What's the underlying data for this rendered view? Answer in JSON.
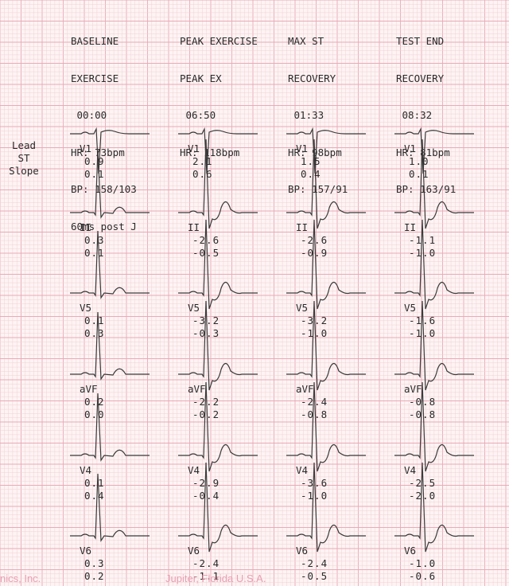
{
  "side_label": [
    "Lead",
    "ST",
    "Slope"
  ],
  "columns": [
    {
      "header": [
        "BASELINE",
        "EXERCISE",
        " 00:00",
        "HR: 73bpm",
        "BP: 158/103",
        "60ms post J"
      ],
      "leads": [
        {
          "name": "V1",
          "v1": "0.9",
          "v2": "0.1"
        },
        {
          "name": "II",
          "v1": "0.3",
          "v2": "0.1"
        },
        {
          "name": "V5",
          "v1": "0.1",
          "v2": "0.3"
        },
        {
          "name": "aVF",
          "v1": "0.2",
          "v2": "0.0"
        },
        {
          "name": "V4",
          "v1": "0.1",
          "v2": "0.4"
        },
        {
          "name": "V6",
          "v1": "0.3",
          "v2": "0.2"
        }
      ]
    },
    {
      "header": [
        "PEAK EXERCISE",
        "PEAK EX",
        " 06:50",
        "HR: 118bpm"
      ],
      "leads": [
        {
          "name": "V1",
          "v1": "2.1",
          "v2": "0.6"
        },
        {
          "name": "II",
          "v1": "-2.6",
          "v2": "-0.5"
        },
        {
          "name": "V5",
          "v1": "-3.2",
          "v2": "-0.3"
        },
        {
          "name": "aVF",
          "v1": "-2.2",
          "v2": "-0.2"
        },
        {
          "name": "V4",
          "v1": "-2.9",
          "v2": "-0.4"
        },
        {
          "name": "V6",
          "v1": "-2.4",
          "v2": "-1.1"
        }
      ]
    },
    {
      "header": [
        "MAX ST",
        "RECOVERY",
        " 01:33",
        "HR: 98bpm",
        "BP: 157/91"
      ],
      "leads": [
        {
          "name": "V1",
          "v1": "1.5",
          "v2": "0.4"
        },
        {
          "name": "II",
          "v1": "-2.6",
          "v2": "-0.9"
        },
        {
          "name": "V5",
          "v1": "-3.2",
          "v2": "-1.0"
        },
        {
          "name": "aVF",
          "v1": "-2.4",
          "v2": "-0.8"
        },
        {
          "name": "V4",
          "v1": "-3.6",
          "v2": "-1.0"
        },
        {
          "name": "V6",
          "v1": "-2.4",
          "v2": "-0.5"
        }
      ]
    },
    {
      "header": [
        "TEST END",
        "RECOVERY",
        " 08:32",
        "HR: 81bpm",
        "BP: 163/91"
      ],
      "leads": [
        {
          "name": "V1",
          "v1": "1.0",
          "v2": "0.1"
        },
        {
          "name": "II",
          "v1": "-1.1",
          "v2": "-1.0"
        },
        {
          "name": "V5",
          "v1": "-1.6",
          "v2": "-1.0"
        },
        {
          "name": "aVF",
          "v1": "-0.8",
          "v2": "-0.8"
        },
        {
          "name": "V4",
          "v1": "-2.5",
          "v2": "-2.0"
        },
        {
          "name": "V6",
          "v1": "-1.0",
          "v2": "-0.6"
        }
      ]
    }
  ],
  "footer": {
    "left": "nics, Inc.",
    "center": "Jupiter, Florida U.S.A."
  },
  "colors": {
    "grid_minor": "#f3cfd6",
    "grid_major": "#e9aab8",
    "trace": "#3a3a3a",
    "text": "#2a2a2a",
    "footer": "#e8a0b4"
  }
}
